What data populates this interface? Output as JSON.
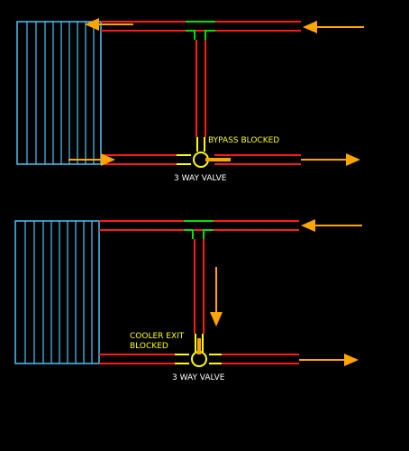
{
  "colors": {
    "background": "#000000",
    "radiator": "#4fc3f7",
    "pipe": "#ff1a1a",
    "tee_fitting": "#00e000",
    "valve_stem": "#ffff00",
    "arrow": "#ffa500",
    "label_yellow": "#ffff00",
    "label_white": "#ffffff"
  },
  "diagrams": [
    {
      "id": "top",
      "state_label": "BYPASS BLOCKED",
      "valve_label": "3 WAY VALVE"
    },
    {
      "id": "bottom",
      "state_label_line1": "COOLER EXIT",
      "state_label_line2": "BLOCKED",
      "valve_label": "3 WAY VALVE"
    }
  ]
}
